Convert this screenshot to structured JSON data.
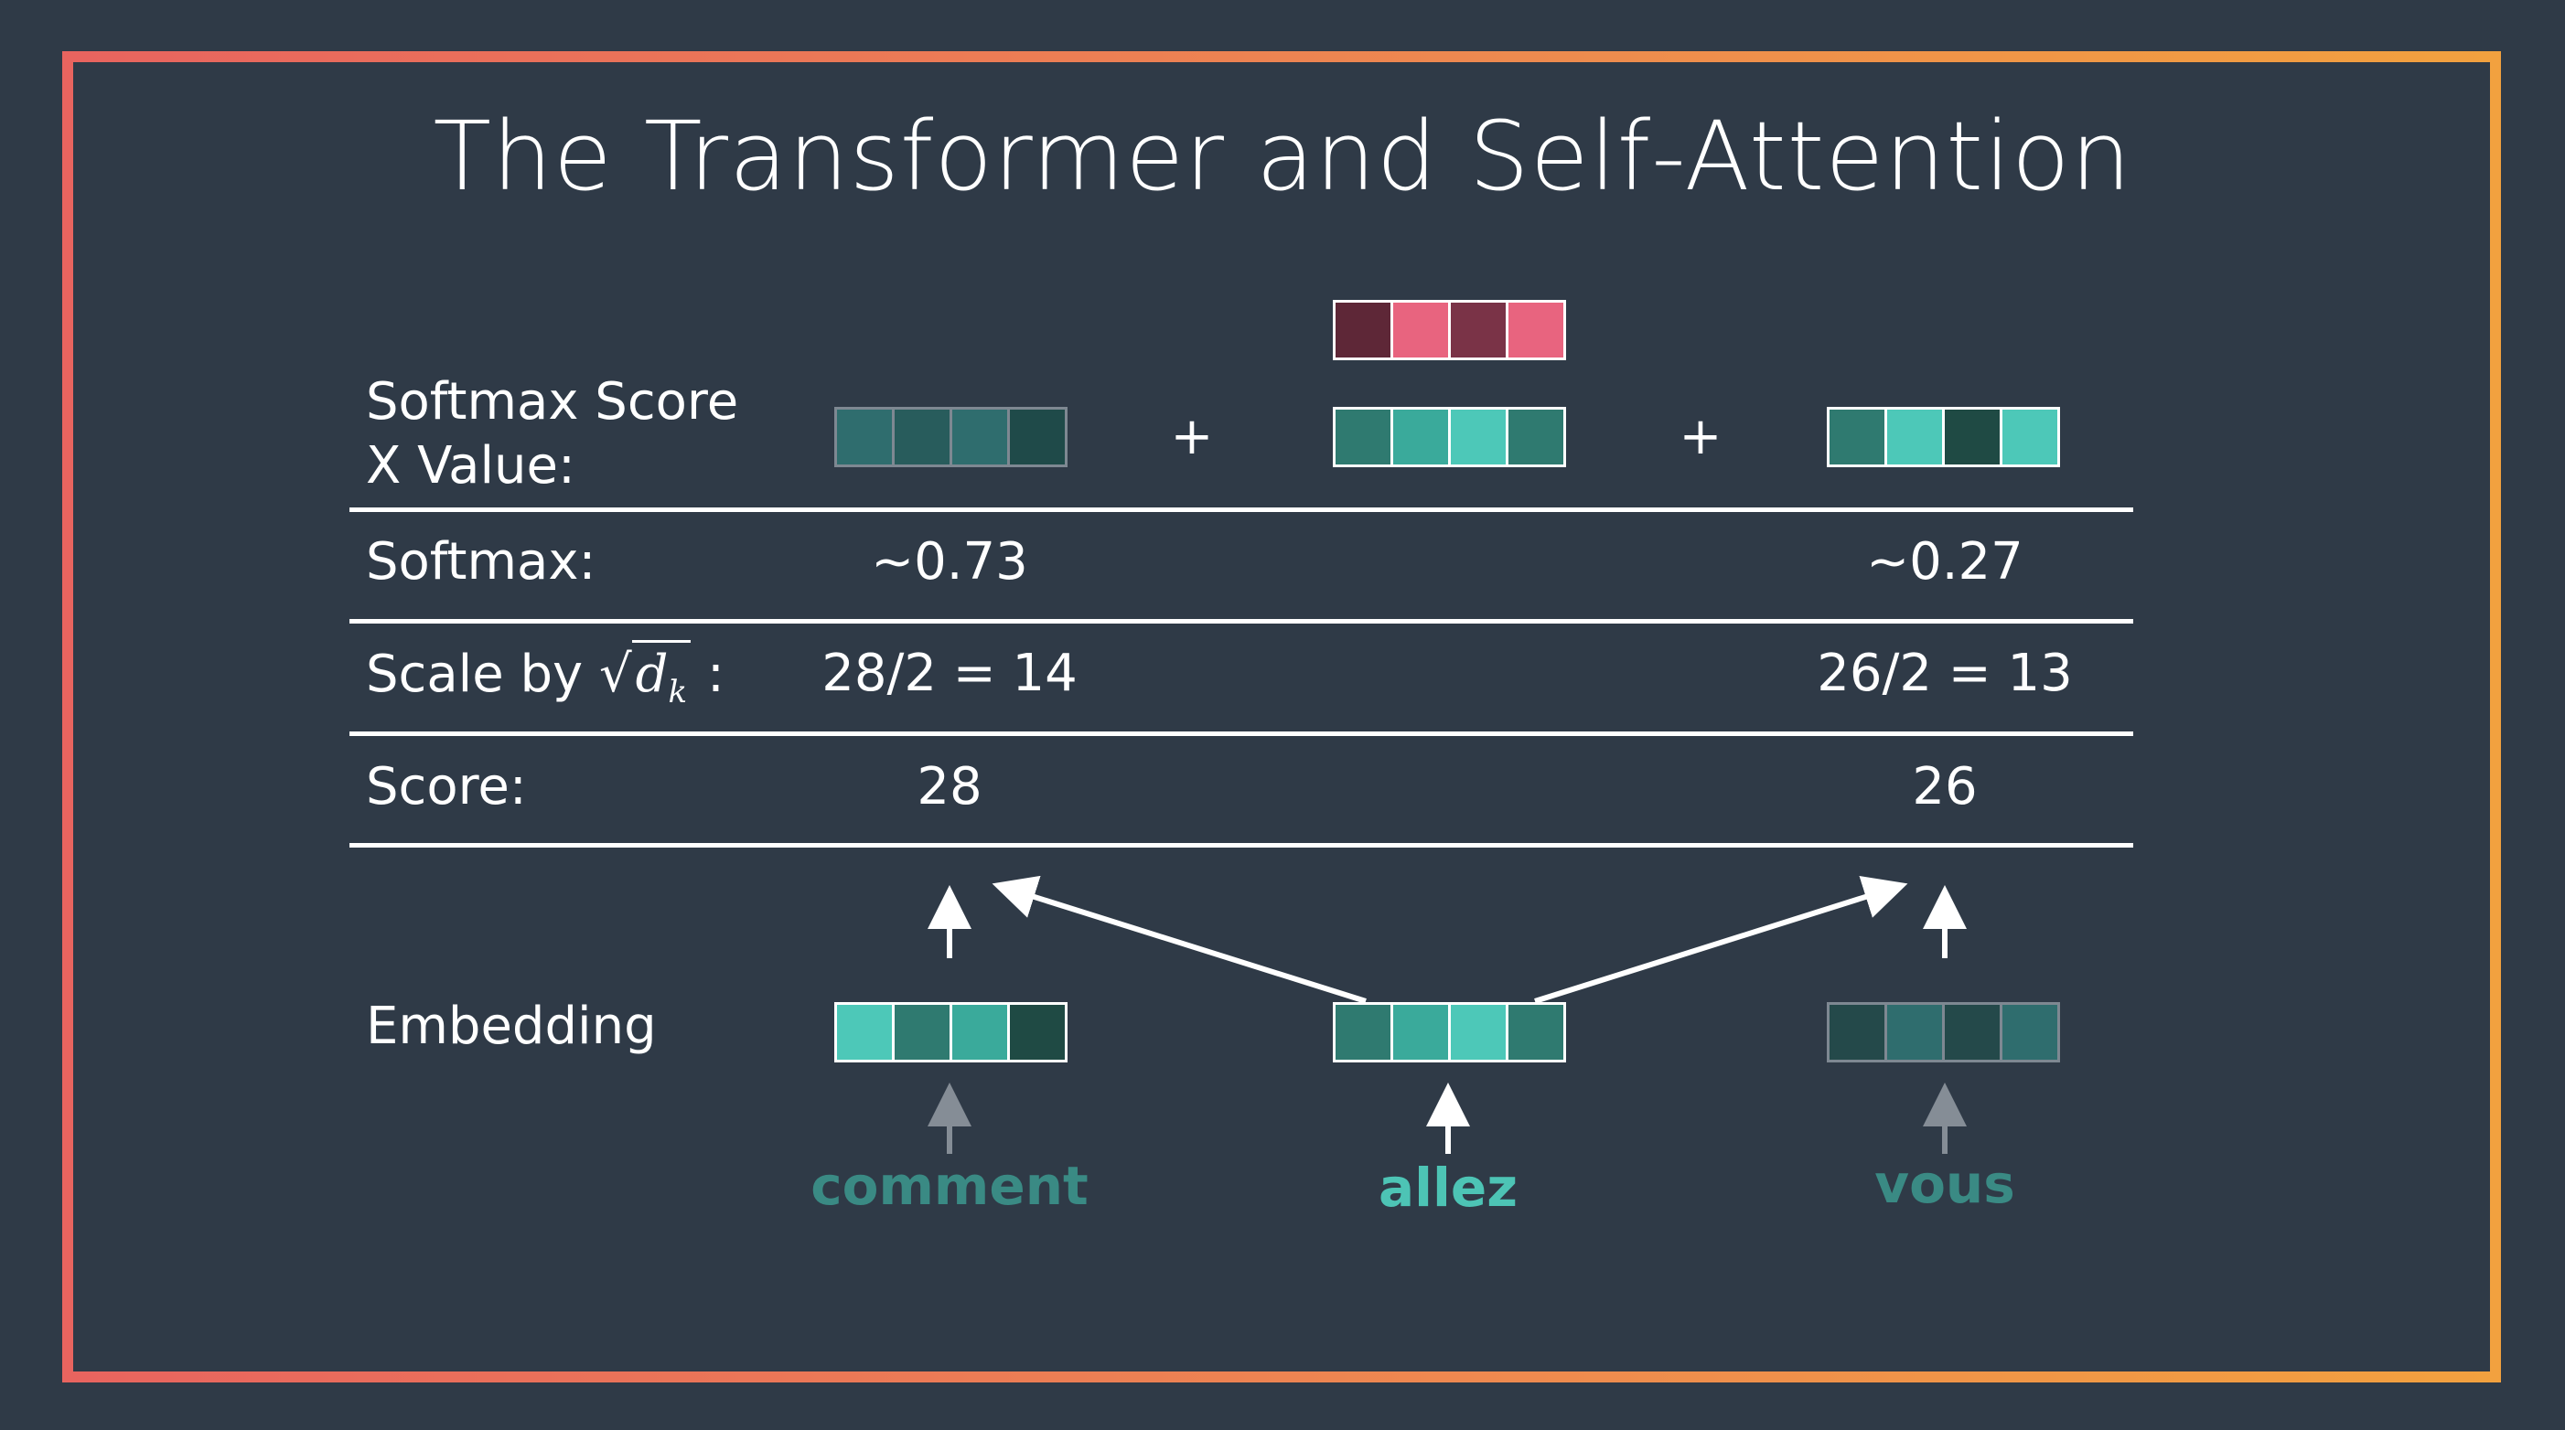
{
  "title": "The Transformer and Self-Attention",
  "colors": {
    "frame_left": "#e8645f",
    "frame_right": "#f2a13f",
    "background": "#2f3a47",
    "word_dim": "#3a8a84",
    "word_active": "#4dc4b5"
  },
  "rows": {
    "weighted_value": {
      "label": "Softmax Score\nX Value:",
      "plus1": "+",
      "plus2": "+"
    },
    "softmax": {
      "label": "Softmax:",
      "comment": "~0.73",
      "vous": "~0.27"
    },
    "scale": {
      "label_prefix": "Scale by",
      "sqrt_symbol": "d",
      "sqrt_sub": "k",
      "label_suffix": ":",
      "comment": "28/2 = 14",
      "vous": "26/2 = 13"
    },
    "score": {
      "label": "Score:",
      "comment": "28",
      "vous": "26"
    },
    "embedding": {
      "label": "Embedding"
    }
  },
  "words": {
    "comment": "comment",
    "allez": "allez",
    "vous": "vous"
  },
  "vectors": {
    "value_comment": [
      "#2f6d6e",
      "#285c5c",
      "#2f6d6e",
      "#1f4a49"
    ],
    "query_allez": [
      "#5e2737",
      "#e8647f",
      "#7a3347",
      "#e8647f"
    ],
    "value_allez": [
      "#2f7a70",
      "#3aaa9b",
      "#4dc8b8",
      "#2f7a70"
    ],
    "value_vous": [
      "#2f7a70",
      "#4dc8b8",
      "#1f4a44",
      "#4dc8b8"
    ],
    "embed_comment": [
      "#4dc8b8",
      "#2f7a70",
      "#3aaa9b",
      "#1f4a44"
    ],
    "embed_allez": [
      "#2f7a70",
      "#3aaa9b",
      "#4dc8b8",
      "#2f7a70"
    ],
    "embed_vous": [
      "#24494a",
      "#2f6d6e",
      "#24494a",
      "#2f6d6e"
    ]
  }
}
